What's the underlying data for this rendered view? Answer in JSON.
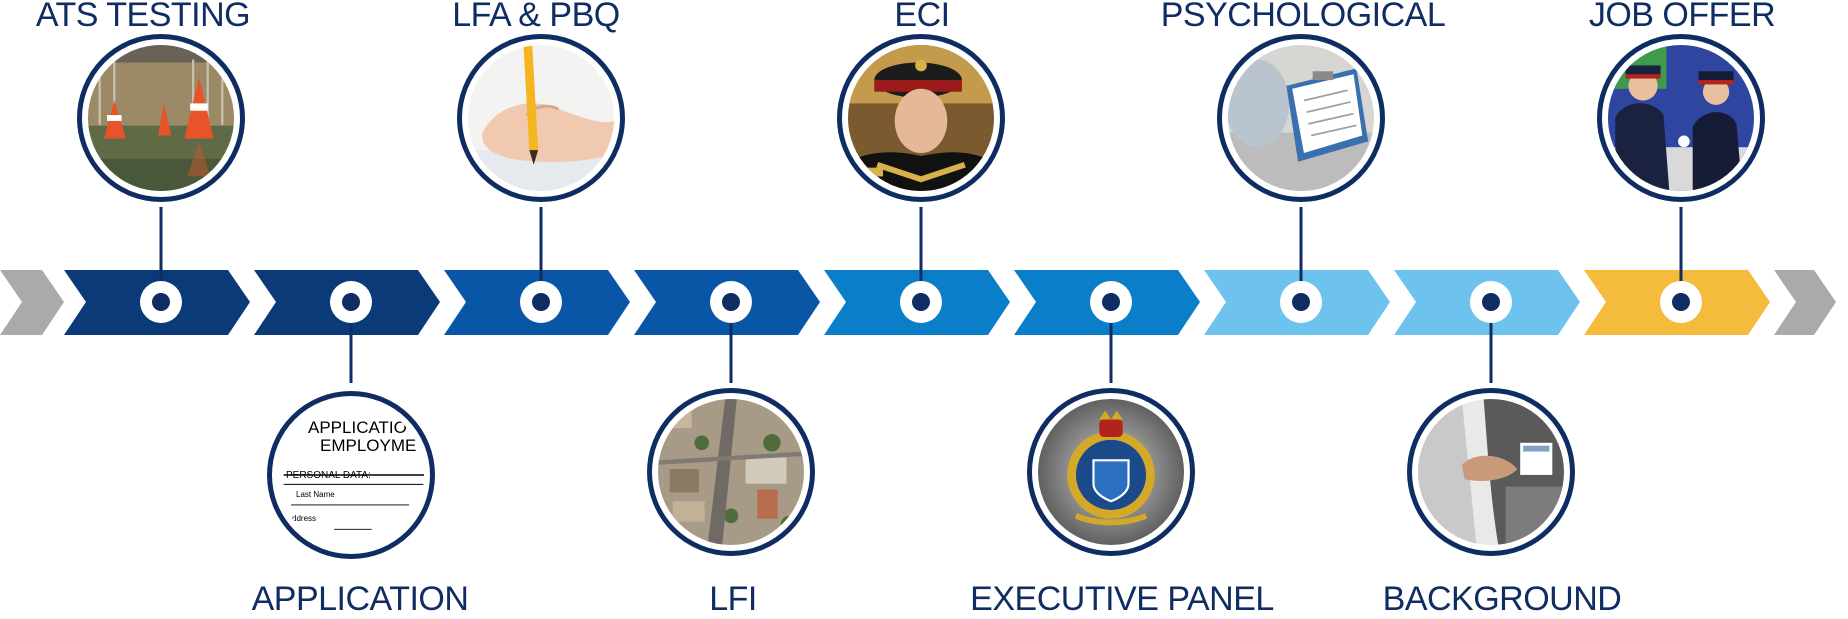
{
  "colors": {
    "navy": "#0f2d62",
    "dark_blue": "#0a3a78",
    "mid_blue": "#0a56a6",
    "bright_blue": "#0a7ec8",
    "light_blue": "#6ec3ee",
    "gold": "#f5bb3c",
    "gray": "#aaaaaa"
  },
  "stages": [
    {
      "label": "ATS TESTING",
      "position": "top",
      "color": "#0a3a78",
      "image": "gym-traffic-cones"
    },
    {
      "label": "APPLICATION",
      "position": "bottom",
      "color": "#0a3a78",
      "image": "application-form"
    },
    {
      "label": "LFA & PBQ",
      "position": "top",
      "color": "#0a56a6",
      "image": "hand-writing-pencil"
    },
    {
      "label": "LFI",
      "position": "bottom",
      "color": "#0a56a6",
      "image": "aerial-city-view"
    },
    {
      "label": "ECI",
      "position": "top",
      "color": "#0a7ec8",
      "image": "cadet-in-uniform"
    },
    {
      "label": "EXECUTIVE PANEL",
      "position": "bottom",
      "color": "#0a7ec8",
      "image": "police-crest"
    },
    {
      "label": "PSYCHOLOGICAL",
      "position": "top",
      "color": "#6ec3ee",
      "image": "clipboard-assessment"
    },
    {
      "label": "BACKGROUND",
      "position": "bottom",
      "color": "#6ec3ee",
      "image": "interview-hands"
    },
    {
      "label": "JOB OFFER",
      "position": "top",
      "color": "#f5bb3c",
      "image": "badge-ceremony"
    }
  ],
  "application_form": {
    "title_line1": "APPLICATIO",
    "title_line2": "EMPLOYME",
    "section": "PERSONAL DATA:",
    "field1": "Last Name",
    "field2": "ddress"
  }
}
